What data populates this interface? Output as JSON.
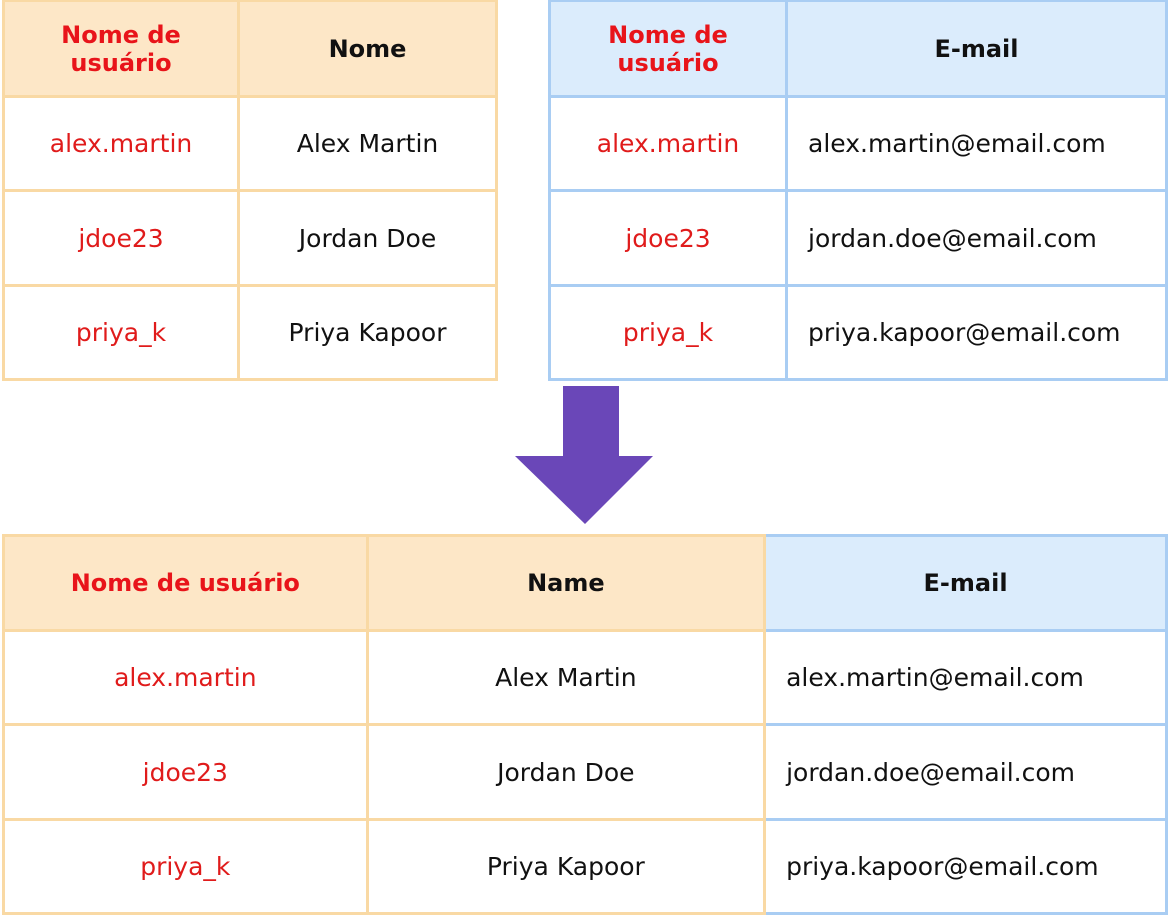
{
  "table_users": {
    "headers": [
      "Nome de usuário",
      "Nome"
    ],
    "rows": [
      [
        "alex.martin",
        "Alex Martin"
      ],
      [
        "jdoe23",
        "Jordan Doe"
      ],
      [
        "priya_k",
        "Priya Kapoor"
      ]
    ]
  },
  "table_emails": {
    "headers": [
      "Nome de usuário",
      "E-mail"
    ],
    "rows": [
      [
        "alex.martin",
        "alex.martin@email.com"
      ],
      [
        "jdoe23",
        "jordan.doe@email.com"
      ],
      [
        "priya_k",
        "priya.kapoor@email.com"
      ]
    ]
  },
  "table_merged": {
    "headers": [
      "Nome de usuário",
      "Name",
      "E-mail"
    ],
    "rows": [
      [
        "alex.martin",
        "Alex Martin",
        "alex.martin@email.com"
      ],
      [
        "jdoe23",
        "Jordan Doe",
        "jordan.doe@email.com"
      ],
      [
        "priya_k",
        "Priya Kapoor",
        "priya.kapoor@email.com"
      ]
    ]
  },
  "arrow": {
    "icon": "down-arrow-icon",
    "color": "#6a47b8"
  },
  "colors": {
    "orange_border": "#f9d9a4",
    "orange_header": "#fde7c7",
    "blue_border": "#a9cdf3",
    "blue_header": "#dbecfc",
    "key_text": "#e01b1b"
  }
}
